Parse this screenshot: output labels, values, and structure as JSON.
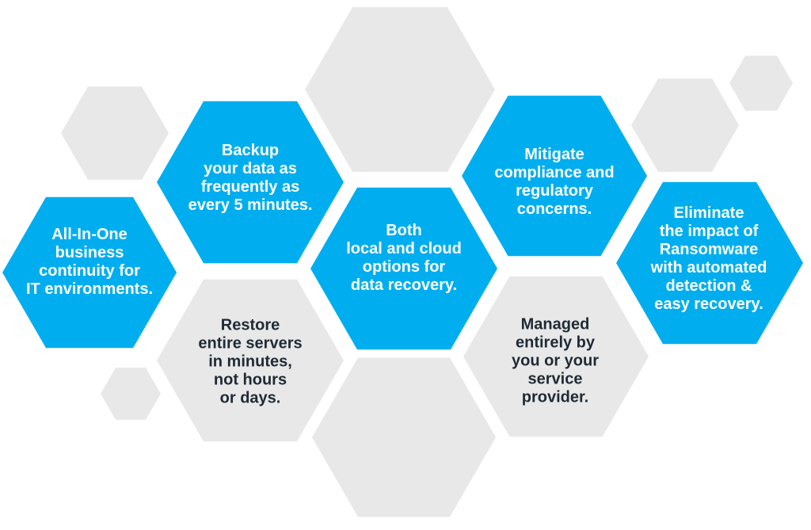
{
  "colors": {
    "accent": "#00AEEF",
    "gray": "#E8E8E8",
    "text_light": "#FFFFFF",
    "text_dark": "#1F2A36"
  },
  "features": [
    {
      "id": "all-in-one",
      "style": "blue",
      "lines": [
        "All-In-One",
        "business",
        "continuity for",
        "IT environments."
      ]
    },
    {
      "id": "backup",
      "style": "blue",
      "lines": [
        "Backup",
        "your data as",
        "frequently as",
        "every 5 minutes."
      ]
    },
    {
      "id": "restore",
      "style": "gray",
      "lines": [
        "Restore",
        "entire servers",
        "in minutes,",
        "not hours",
        "or days."
      ]
    },
    {
      "id": "local-cloud",
      "style": "blue",
      "lines": [
        "Both",
        "local and cloud",
        "options for",
        "data recovery."
      ]
    },
    {
      "id": "mitigate",
      "style": "blue",
      "lines": [
        "Mitigate",
        "compliance and",
        "regulatory",
        "concerns."
      ]
    },
    {
      "id": "managed",
      "style": "gray",
      "lines": [
        "Managed",
        "entirely by",
        "you or your",
        "service",
        "provider."
      ]
    },
    {
      "id": "ransomware",
      "style": "blue",
      "lines": [
        "Eliminate",
        "the impact of",
        "Ransomware",
        "with automated",
        "detection &",
        "easy recovery."
      ]
    }
  ]
}
